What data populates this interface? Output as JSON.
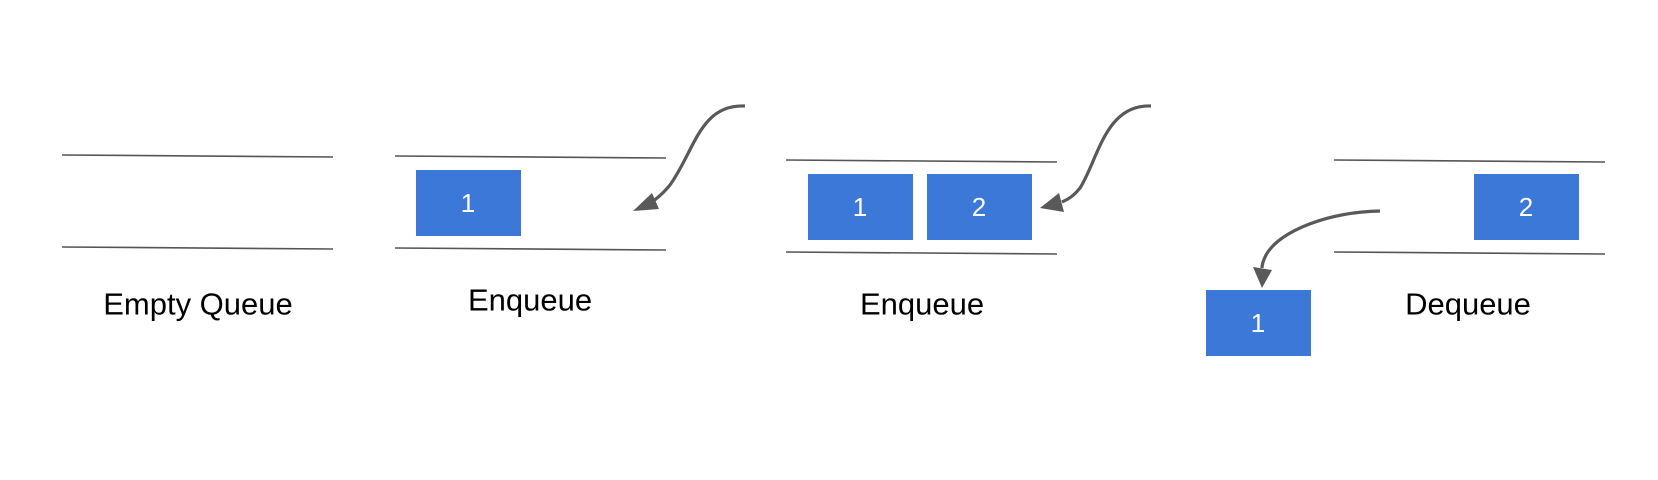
{
  "colors": {
    "box": "#3c78d8",
    "box_text": "#ffffff",
    "line": "#555555",
    "arrow": "#595959",
    "caption": "#000000"
  },
  "panels": [
    {
      "caption": "Empty Queue",
      "items": []
    },
    {
      "caption": "Enqueue",
      "items": [
        "1"
      ],
      "arrow": "incoming"
    },
    {
      "caption": "Enqueue",
      "items": [
        "1",
        "2"
      ],
      "arrow": "incoming"
    },
    {
      "caption": "Dequeue",
      "items": [
        "2"
      ],
      "removed": "1",
      "arrow": "outgoing"
    }
  ]
}
